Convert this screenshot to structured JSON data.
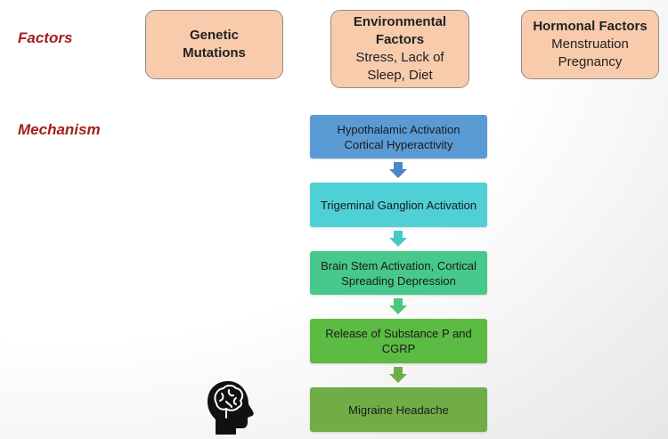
{
  "labels": {
    "factors": "Factors",
    "mechanism": "Mechanism"
  },
  "factors": [
    {
      "title": "Genetic Mutations",
      "title_lines": [
        "Genetic",
        "Mutations"
      ],
      "detail_lines": []
    },
    {
      "title": "Environmental Factors",
      "title_lines": [
        "Environmental",
        "Factors"
      ],
      "detail_lines": [
        "Stress, Lack of",
        "Sleep, Diet"
      ]
    },
    {
      "title": "Hormonal Factors",
      "title_lines": [
        "Hormonal Factors"
      ],
      "detail_lines": [
        "Menstruation",
        "Pregnancy"
      ]
    }
  ],
  "mechanism": [
    {
      "lines": [
        "Hypothalamic Activation",
        "Cortical Hyperactivity"
      ],
      "color": "#5b9bd5",
      "arrow_color": "#4a86c8"
    },
    {
      "lines": [
        "Trigeminal Ganglion Activation"
      ],
      "color": "#4fcfd6",
      "arrow_color": "#45c9c9"
    },
    {
      "lines": [
        "Brain Stem Activation, Cortical",
        "Spreading Depression"
      ],
      "color": "#47c98c",
      "arrow_color": "#4cc77d"
    },
    {
      "lines": [
        "Release of Substance P and",
        "CGRP"
      ],
      "color": "#5cbb43",
      "arrow_color": "#70ad47"
    },
    {
      "lines": [
        "Migraine Headache"
      ],
      "color": "#70ad47"
    }
  ],
  "icon": "brain-head-icon"
}
